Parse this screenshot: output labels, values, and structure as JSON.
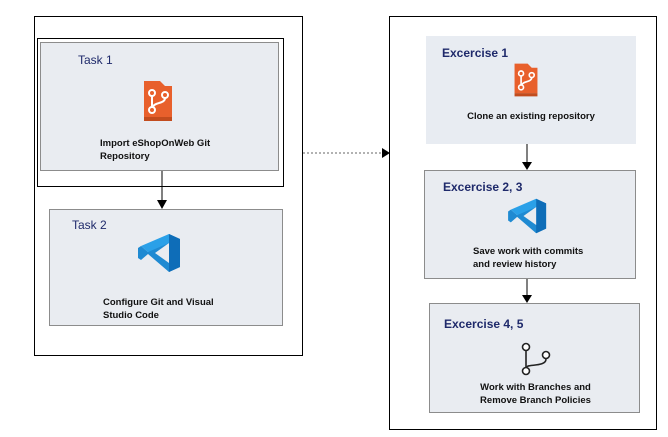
{
  "left": {
    "task1": {
      "title": "Task 1",
      "desc_line1": "Import eShopOnWeb Git",
      "desc_line2": "Repository",
      "icon": "azure-repos-icon"
    },
    "task2": {
      "title": "Task 2",
      "desc_line1": "Configure Git and Visual",
      "desc_line2": "Studio Code",
      "icon": "vscode-icon"
    }
  },
  "right": {
    "ex1": {
      "title": "Excercise 1",
      "desc": "Clone an existing repository",
      "icon": "azure-repos-icon"
    },
    "ex2": {
      "title": "Excercise 2, 3",
      "desc_line1": "Save work with commits",
      "desc_line2": "and review history",
      "icon": "vscode-icon"
    },
    "ex3": {
      "title": "Excercise 4, 5",
      "desc_line1": "Work with Branches and",
      "desc_line2": "Remove Branch Policies",
      "icon": "git-branch-icon"
    }
  },
  "colors": {
    "repos_orange": "#e8602c",
    "vscode_blue": "#1f8ad2",
    "title_navy": "#1f2a6b"
  }
}
